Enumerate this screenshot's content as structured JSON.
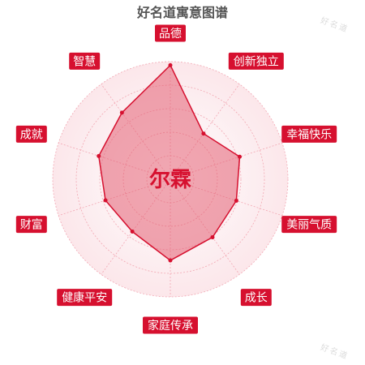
{
  "title": "好名道寓意图谱",
  "watermark": "好名道",
  "chart_data": {
    "type": "radar",
    "title": "好名道寓意图谱",
    "center_label": "尔霖",
    "categories": [
      "品德",
      "创新独立",
      "幸福快乐",
      "美丽气质",
      "成长",
      "家庭传承",
      "健康平安",
      "财富",
      "成就",
      "智慧"
    ],
    "values": [
      97,
      48,
      62,
      59,
      61,
      69,
      55,
      58,
      64,
      70
    ],
    "range": [
      0,
      100
    ],
    "colors": {
      "fill": "#e35e72",
      "stroke": "#d6102f",
      "label_bg": "#d6102f",
      "grid": "#f2a7b3"
    }
  }
}
